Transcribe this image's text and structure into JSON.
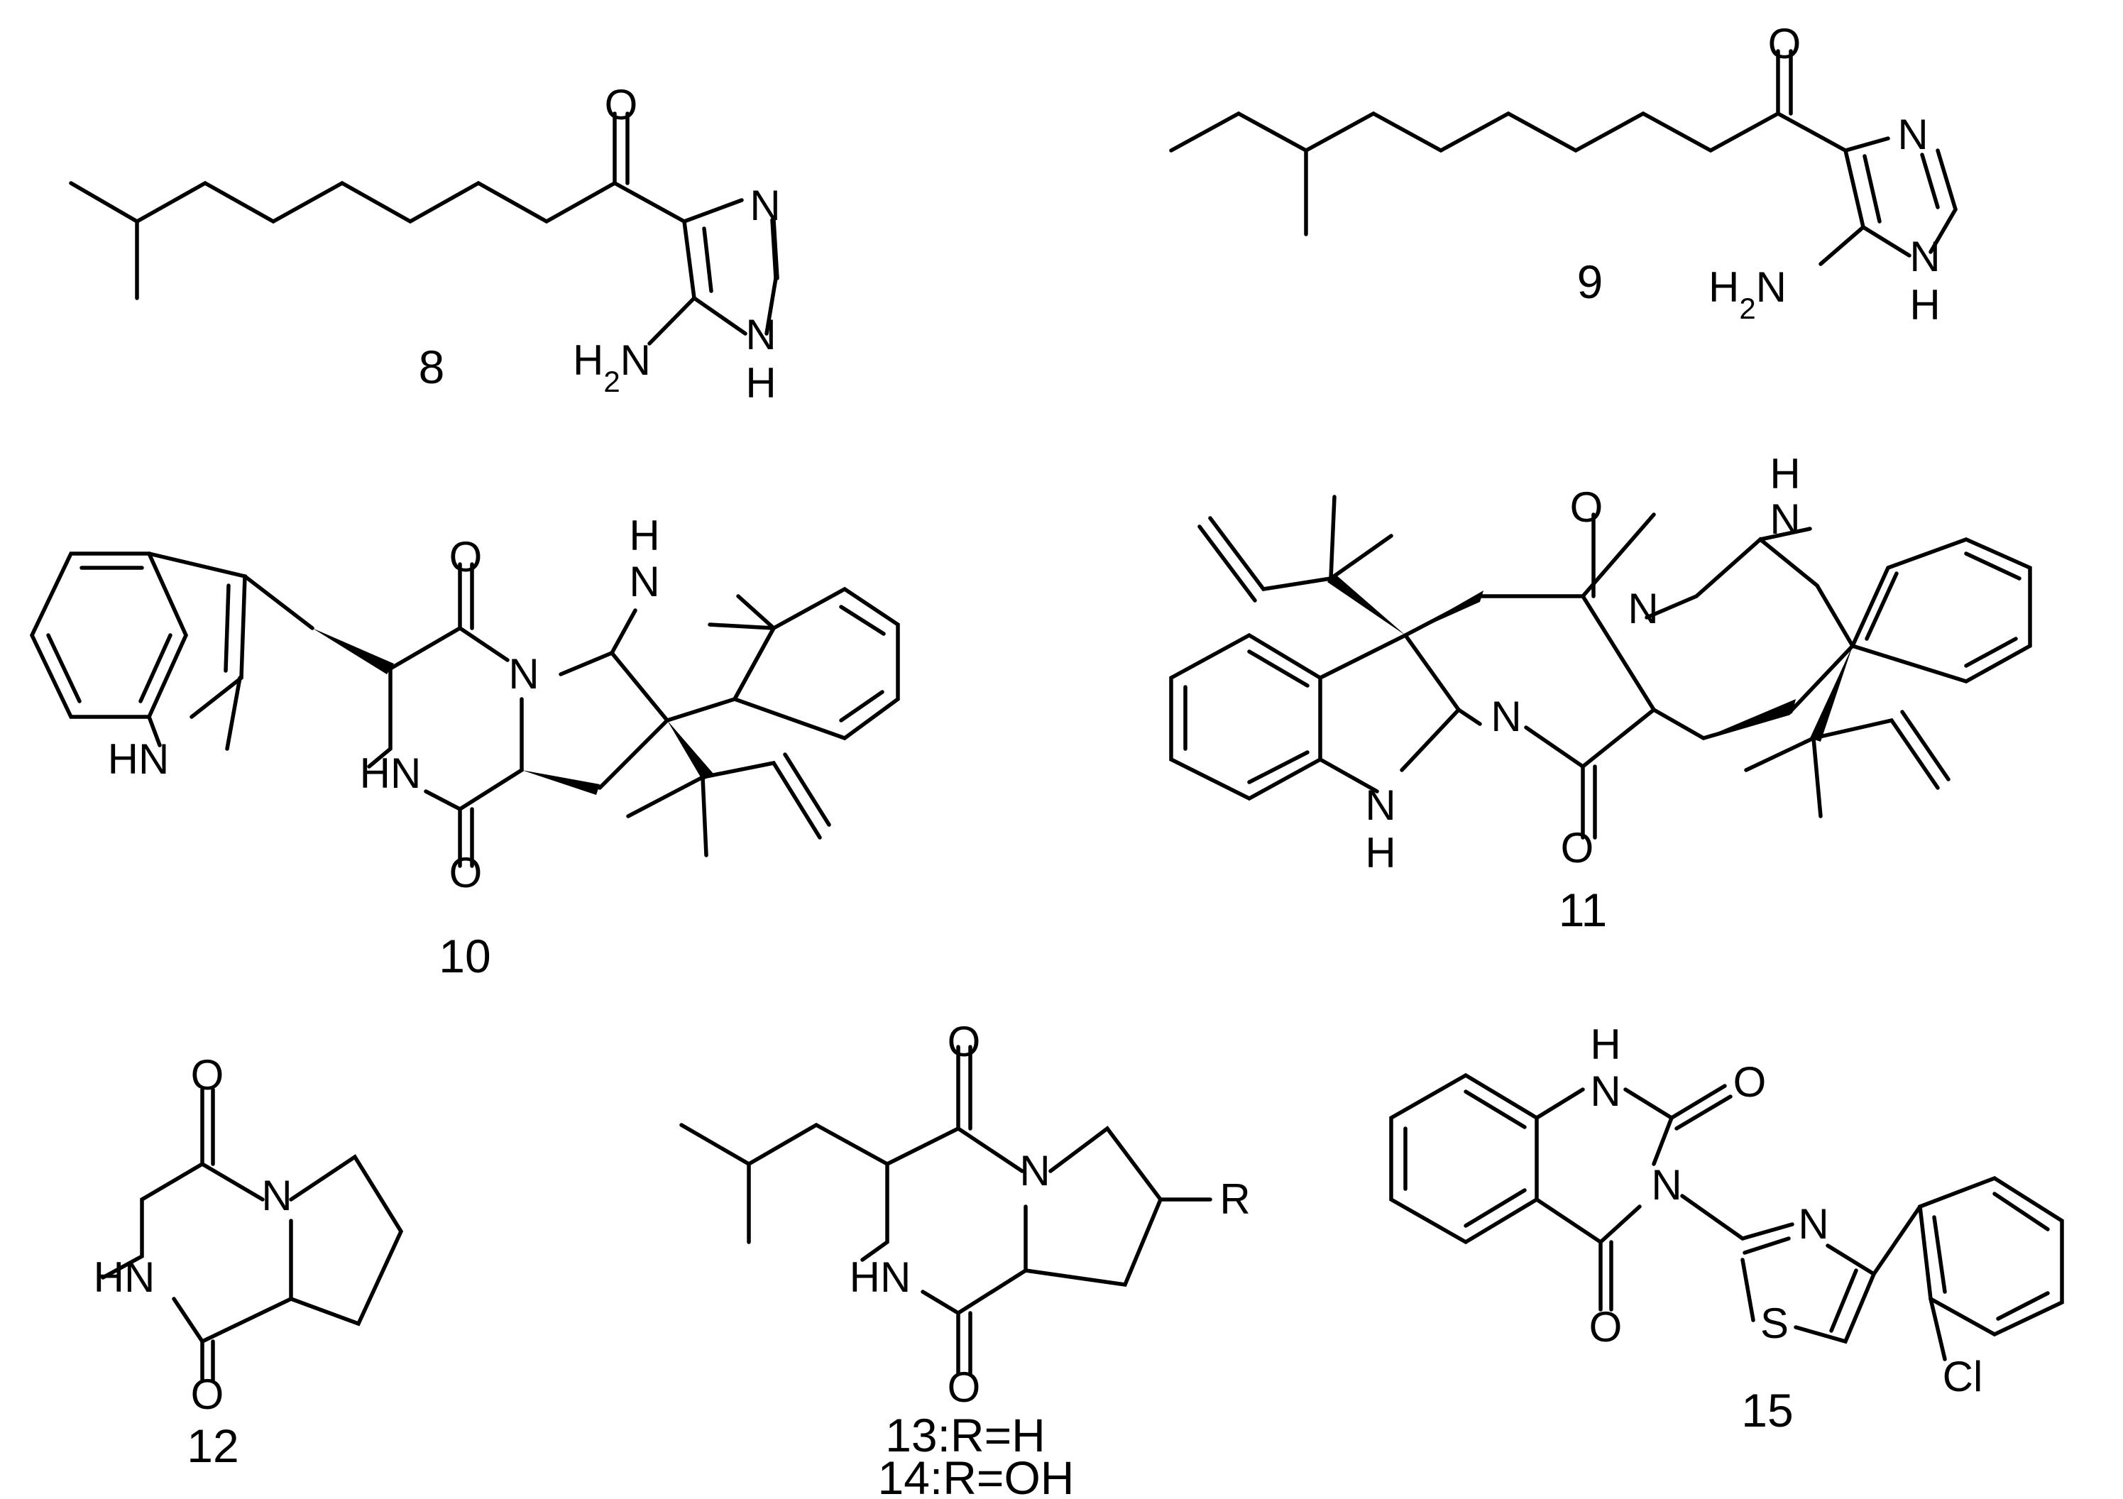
{
  "figure": {
    "compounds": [
      {
        "id": "8"
      },
      {
        "id": "9"
      },
      {
        "id": "10"
      },
      {
        "id": "11"
      },
      {
        "id": "12"
      },
      {
        "id": "13:R=H"
      },
      {
        "id": "14:R=OH"
      },
      {
        "id": "15"
      }
    ],
    "atoms": {
      "O": "O",
      "N": "N",
      "NH": "NH",
      "HN": "HN",
      "H": "H",
      "H2N": "H2N",
      "S": "S",
      "Cl": "Cl",
      "R": "R"
    }
  }
}
